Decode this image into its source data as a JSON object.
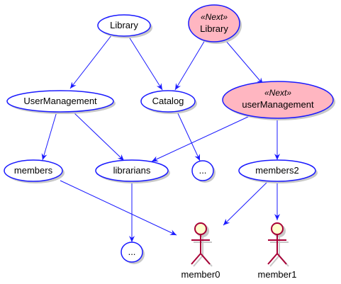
{
  "nodes": {
    "library": {
      "label": "Library"
    },
    "library_next": {
      "stereotype": "«Next»",
      "label": "Library"
    },
    "user_management": {
      "label": "UserManagement"
    },
    "catalog": {
      "label": "Catalog"
    },
    "user_management_next": {
      "stereotype": "«Next»",
      "label": "userManagement"
    },
    "members": {
      "label": "members"
    },
    "librarians": {
      "label": "librarians"
    },
    "catalog_ellipsis": {
      "label": "..."
    },
    "members2": {
      "label": "members2"
    },
    "librarians_ellipsis": {
      "label": "..."
    }
  },
  "actors": {
    "member0": {
      "label": "member0"
    },
    "member1": {
      "label": "member1"
    }
  },
  "colors": {
    "node_fill": "#ffffff",
    "node_border": "#1a1aff",
    "next_fill": "#ffb6c1",
    "edge": "#1a1aff",
    "actor_fill": "#fefece",
    "actor_border": "#a80036",
    "shadow": "#c8c8c8"
  }
}
